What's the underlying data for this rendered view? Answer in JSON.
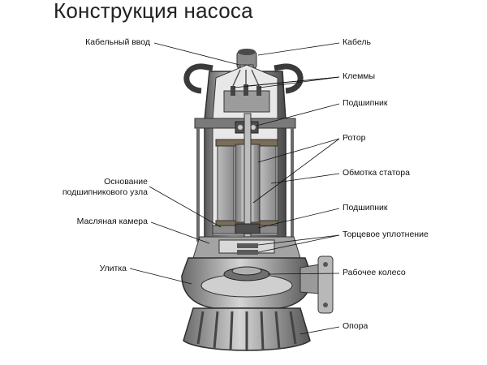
{
  "title": "Конструкция насоса",
  "labels_left": {
    "cable_entry": "Кабельный ввод",
    "bearing_base_line1": "Основание",
    "bearing_base_line2": "подшипникового узла",
    "oil_chamber": "Масляная камера",
    "volute": "Улитка"
  },
  "labels_right": {
    "cable": "Кабель",
    "terminals": "Клеммы",
    "bearing_top": "Подшипник",
    "rotor": "Ротор",
    "stator_winding": "Обмотка статора",
    "bearing_bottom": "Подшипник",
    "mechanical_seal": "Торцевое уплотнение",
    "impeller": "Рабочее колесо",
    "support": "Опора"
  },
  "colors": {
    "background": "#ffffff",
    "text": "#111111",
    "leader": "#111111"
  }
}
